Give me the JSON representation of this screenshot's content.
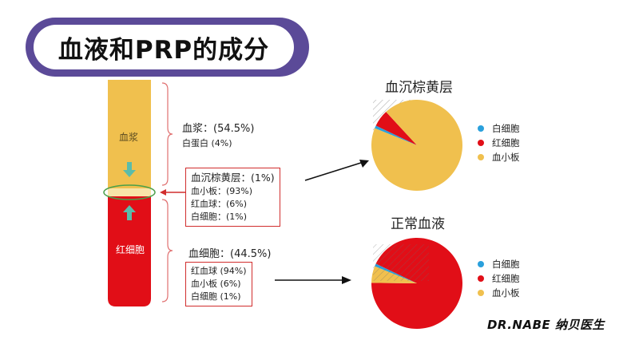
{
  "title": "血液和PRP的成分",
  "tube": {
    "plasma_label": "血浆",
    "rbc_label": "红细胞"
  },
  "plasma": {
    "head": "血浆：(54.5%)",
    "sub": "白蛋白 (4%)"
  },
  "buffy": {
    "head": "血沉棕黄层：(1%)",
    "items": [
      "血小板：(93%)",
      "红血球：(6%)",
      "白细胞：(1%)"
    ]
  },
  "rbc": {
    "head": "血细胞：(44.5%)",
    "items": [
      "红血球 (94%)",
      "血小板 (6%)",
      "白细胞 (1%)"
    ]
  },
  "colors": {
    "plasma": "#f0c04e",
    "rbc": "#e10e17",
    "buffy": "#f8e4a8",
    "wbc": "#2aa0dc",
    "bracket": "#e07070",
    "arrow_teal": "#5bbcaa",
    "title_ring": "#5b4a98"
  },
  "chart_data": [
    {
      "type": "pie",
      "title": "血沉棕黄层",
      "categories": [
        "白细胞",
        "红细胞",
        "血小板"
      ],
      "values": [
        1,
        6,
        93
      ],
      "colors": [
        "#2aa0dc",
        "#e10e17",
        "#f0c04e"
      ],
      "legend": "right"
    },
    {
      "type": "pie",
      "title": "正常血液",
      "categories": [
        "白细胞",
        "红细胞",
        "血小板"
      ],
      "values": [
        1,
        94,
        6
      ],
      "colors": [
        "#2aa0dc",
        "#e10e17",
        "#f0c04e"
      ],
      "legend": "right"
    }
  ],
  "brand": "DR.NABE 纳贝医生"
}
